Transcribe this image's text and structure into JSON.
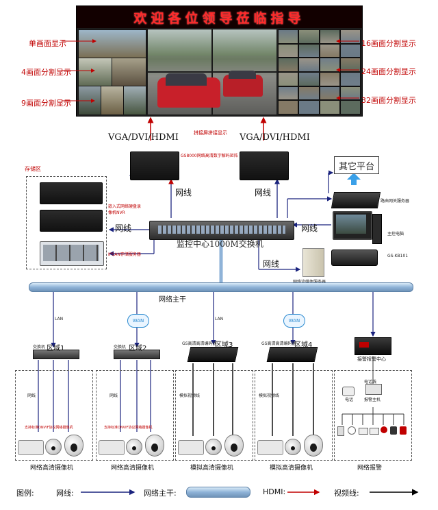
{
  "wall": {
    "banner": "欢迎各位领导莅临指导",
    "caption": "拼接屏拼接显示",
    "left_labels": [
      "单画面显示",
      "4画面分割显示",
      "9画面分割显示"
    ],
    "right_labels": [
      "16画面分割显示",
      "24画面分割显示",
      "32画面分割显示"
    ]
  },
  "decoders": {
    "interface_left": "VGA/DVI/HDMI",
    "interface_right": "VGA/DVI/HDMI",
    "decoder_label": "GS8000网络高清数字解码矩阵"
  },
  "storage": {
    "title": "存储区",
    "nvr_label": "嵌入式网络硬盘录像机NVR",
    "ipsan_label": "IPSAN存储服务器"
  },
  "core": {
    "switch_label": "监控中心1000M交换机",
    "other_platform": "其它平台",
    "gateway_label": "路由网关服务器",
    "host_label": "主控电脑",
    "keyboard_label": "GS-KB101",
    "media_server_label": "网络流媒体服务器",
    "net_labels": [
      "网线",
      "网线",
      "网线",
      "网线",
      "网线"
    ]
  },
  "backbone": {
    "label": "网络主干",
    "lan_left": "LAN",
    "lan_mid": "LAN",
    "wan_left": "WAN",
    "wan_right": "WAN"
  },
  "zones": [
    {
      "name": "区域1",
      "device": "交换机",
      "link": "网线",
      "camera_text": "支持标准ONVIF协议网络摄像机",
      "caption": "网络高清摄像机"
    },
    {
      "name": "区域2",
      "device": "交换机",
      "link": "网线",
      "camera_text": "支持标准ONVIF协议网络摄像机",
      "caption": "网络高清摄像机"
    },
    {
      "name": "区域3",
      "device": "GS高清高清编码器",
      "link": "模拟视频线",
      "caption": "模拟高清摄像机"
    },
    {
      "name": "区域4",
      "device": "GS高清高清编码器",
      "link": "模拟视频线",
      "caption": "模拟高清摄像机"
    }
  ],
  "alarm": {
    "center": "接警报警中心",
    "phone": "电话线",
    "host": "报警主机",
    "phone_label": "电话",
    "caption": "网络报警"
  },
  "legend": {
    "title": "图例:",
    "net": "网线:",
    "backbone": "网络主干:",
    "hdmi": "HDMI:",
    "video": "视频线:"
  },
  "colors": {
    "accent_red": "#c00000",
    "line_navy": "#1a237e",
    "backbone_blue": "#9fc3e6"
  }
}
